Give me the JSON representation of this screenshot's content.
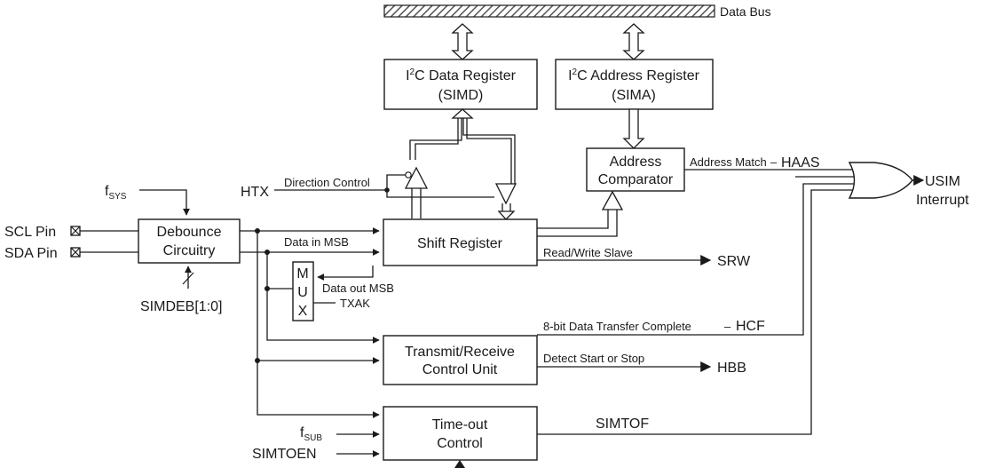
{
  "data_bus": "Data Bus",
  "blocks": {
    "data_register": {
      "line1_pre": "I",
      "line1_sup": "2",
      "line1_post": "C Data Register",
      "line2": "(SIMD)"
    },
    "address_register": {
      "line1_pre": "I",
      "line1_sup": "2",
      "line1_post": "C Address Register",
      "line2": "(SIMA)"
    },
    "address_comparator": {
      "line1": "Address",
      "line2": "Comparator"
    },
    "shift_register": "Shift Register",
    "debounce": {
      "line1": "Debounce",
      "line2": "Circuitry"
    },
    "mux": [
      "M",
      "U",
      "X"
    ],
    "trx_control": {
      "line1": "Transmit/Receive",
      "line2": "Control Unit"
    },
    "timeout": {
      "line1": "Time-out",
      "line2": "Control"
    }
  },
  "inputs": {
    "fsys": {
      "base": "f",
      "sub": "SYS"
    },
    "fsub": {
      "base": "f",
      "sub": "SUB"
    },
    "scl_pin": "SCL Pin",
    "sda_pin": "SDA Pin",
    "simdeb": "SIMDEB[1:0]",
    "htx": "HTX",
    "txak": "TXAK",
    "simtoen": "SIMTOEN"
  },
  "labels": {
    "direction_control": "Direction Control",
    "data_in_msb": "Data in MSB",
    "data_out_msb": "Data out MSB",
    "read_write_slave": "Read/Write Slave",
    "address_match": "Address Match",
    "transfer_complete": "8-bit Data Transfer Complete",
    "detect_start_stop": "Detect Start or Stop",
    "dash": "–"
  },
  "outputs": {
    "haas": "HAAS",
    "hcf": "HCF",
    "srw": "SRW",
    "hbb": "HBB",
    "simtof": "SIMTOF",
    "usim_line1": "USIM",
    "usim_line2": "Interrupt"
  }
}
